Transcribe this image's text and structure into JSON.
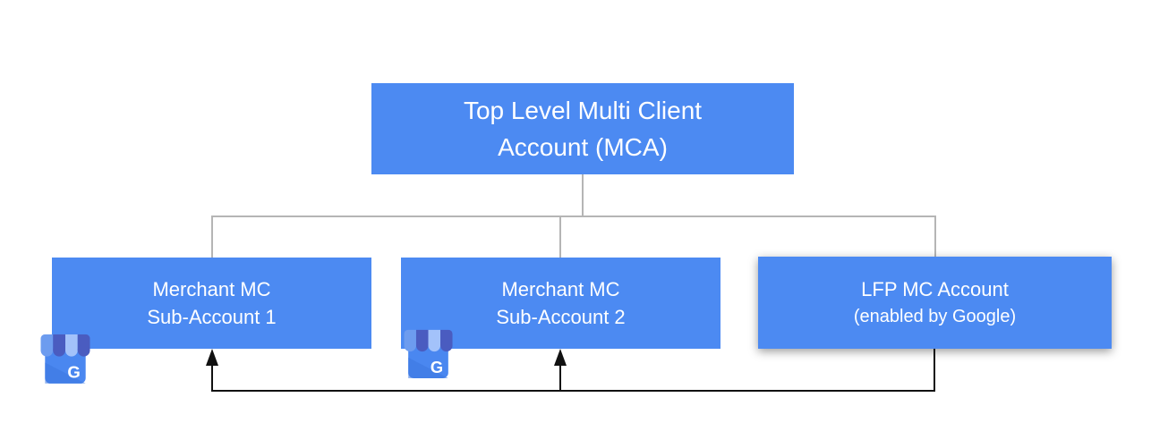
{
  "diagram": {
    "type": "account-hierarchy",
    "nodes": {
      "mca": {
        "lines": [
          "Top Level Multi Client",
          "Account (MCA)"
        ]
      },
      "sub1": {
        "lines": [
          "Merchant MC",
          "Sub-Account 1"
        ],
        "icon": "google-business-profile-icon"
      },
      "sub2": {
        "lines": [
          "Merchant MC",
          "Sub-Account 2"
        ],
        "icon": "google-business-profile-icon"
      },
      "lfp": {
        "lines": [
          "LFP MC Account",
          "(enabled by Google)"
        ]
      }
    },
    "icon_letter": "G",
    "edges": {
      "tree": [
        {
          "from": "mca",
          "to": "sub1"
        },
        {
          "from": "mca",
          "to": "sub2"
        },
        {
          "from": "mca",
          "to": "lfp"
        }
      ],
      "arrows": [
        {
          "from": "lfp",
          "to": "sub1"
        },
        {
          "from": "lfp",
          "to": "sub2"
        }
      ]
    },
    "colors": {
      "node_fill": "#4c8af2",
      "node_text": "#ffffff",
      "tree_connector": "#b5b5b5",
      "arrow_connector": "#111111",
      "icon_body": "#4a87f0",
      "icon_body_shade": "#3d77e0",
      "icon_awning_medium": "#6d9cef",
      "icon_awning_dark": "#4a5cc0",
      "icon_awning_light": "#a3c2fa",
      "icon_letter": "#ffffff"
    }
  }
}
